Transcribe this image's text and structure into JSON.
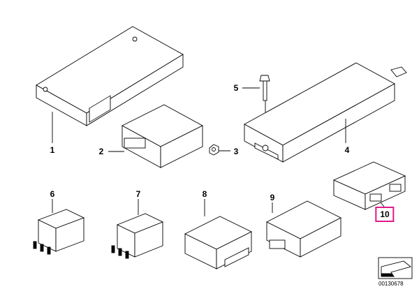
{
  "callouts": [
    "1",
    "2",
    "3",
    "4",
    "5",
    "6",
    "7",
    "8",
    "9",
    "10"
  ],
  "highlighted_callout": "10",
  "highlight_color": "#e0198a",
  "image_id": "00130678",
  "nav_icon": "arrow-left-down-icon"
}
